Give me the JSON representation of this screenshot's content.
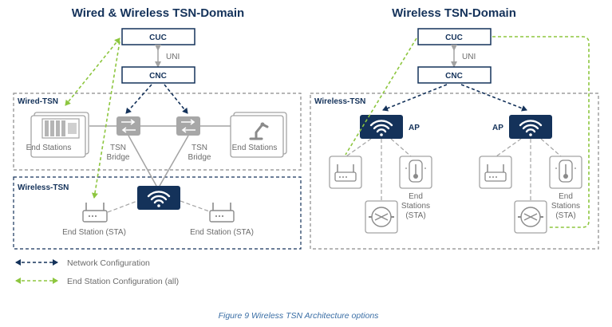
{
  "left_diagram": {
    "title": "Wired & Wireless TSN-Domain",
    "cuc": "CUC",
    "uni": "UNI",
    "cnc": "CNC",
    "wired_domain_label": "Wired-TSN",
    "wireless_domain_label": "Wireless-TSN",
    "end_stations_left": "End Stations",
    "end_stations_right": "End Stations",
    "bridge_left": [
      "TSN",
      "Bridge"
    ],
    "bridge_right": [
      "TSN",
      "Bridge"
    ],
    "sta_left": "End Station (STA)",
    "sta_right": "End Station (STA)"
  },
  "right_diagram": {
    "title": "Wireless TSN-Domain",
    "cuc": "CUC",
    "uni": "UNI",
    "cnc": "CNC",
    "wireless_domain_label": "Wireless-TSN",
    "ap_left": "AP",
    "ap_right": "AP",
    "sta_left": [
      "End",
      "Stations",
      "(STA)"
    ],
    "sta_right": [
      "End",
      "Stations",
      "(STA)"
    ]
  },
  "legend": {
    "network_config": "Network Configuration",
    "end_station_config": "End Station Configuration (all)"
  },
  "caption": "Figure 9 Wireless TSN Architecture options",
  "colors": {
    "navy": "#14325a",
    "green": "#8dc63f",
    "gray": "#a3a3a3",
    "text_gray": "#6b6b6b"
  }
}
